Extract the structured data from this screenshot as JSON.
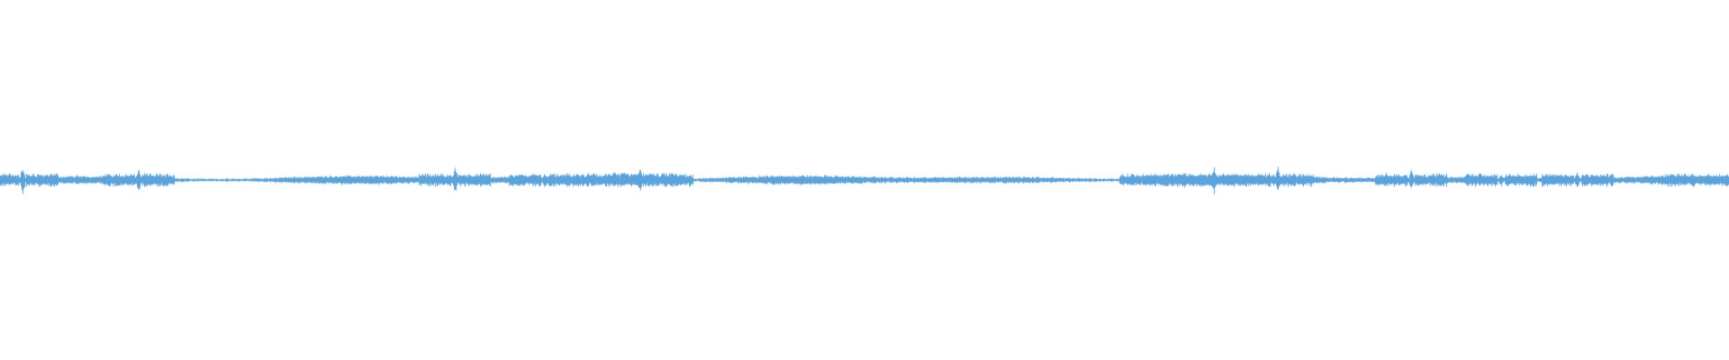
{
  "waveform": {
    "color": "#5aa3dc",
    "background": "#ffffff",
    "baseline_amplitude": 0.012,
    "peaks": [
      {
        "pos": 0.013,
        "amp": 0.045
      },
      {
        "pos": 0.08,
        "amp": 0.045
      },
      {
        "pos": 0.263,
        "amp": 0.05
      },
      {
        "pos": 0.315,
        "amp": 0.03
      },
      {
        "pos": 0.355,
        "amp": 0.03
      },
      {
        "pos": 0.37,
        "amp": 0.045
      },
      {
        "pos": 0.38,
        "amp": 0.03
      },
      {
        "pos": 0.668,
        "amp": 0.025
      },
      {
        "pos": 0.685,
        "amp": 0.03
      },
      {
        "pos": 0.702,
        "amp": 0.045
      },
      {
        "pos": 0.739,
        "amp": 0.05
      },
      {
        "pos": 0.816,
        "amp": 0.035
      },
      {
        "pos": 0.868,
        "amp": 0.025
      },
      {
        "pos": 0.912,
        "amp": 0.03
      },
      {
        "pos": 0.983,
        "amp": 0.025
      }
    ]
  }
}
